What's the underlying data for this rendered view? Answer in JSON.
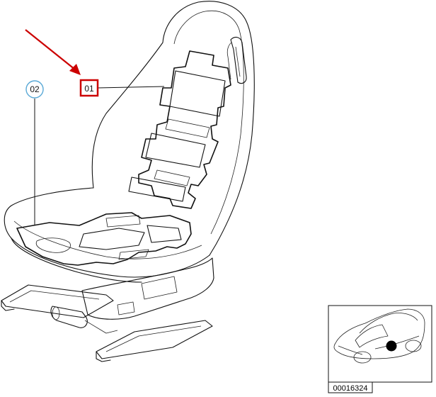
{
  "callouts": [
    {
      "label": "01",
      "style": "highlighted-box"
    },
    {
      "label": "02",
      "style": "circle"
    }
  ],
  "reference_number": "00016324",
  "colors": {
    "highlight": "#cc0000",
    "callout_circle": "#5aa9d6",
    "line": "#111111",
    "location_dot": "#000000"
  },
  "icons": {
    "main": "seat-heating-element-icon",
    "inset": "car-location-icon"
  }
}
